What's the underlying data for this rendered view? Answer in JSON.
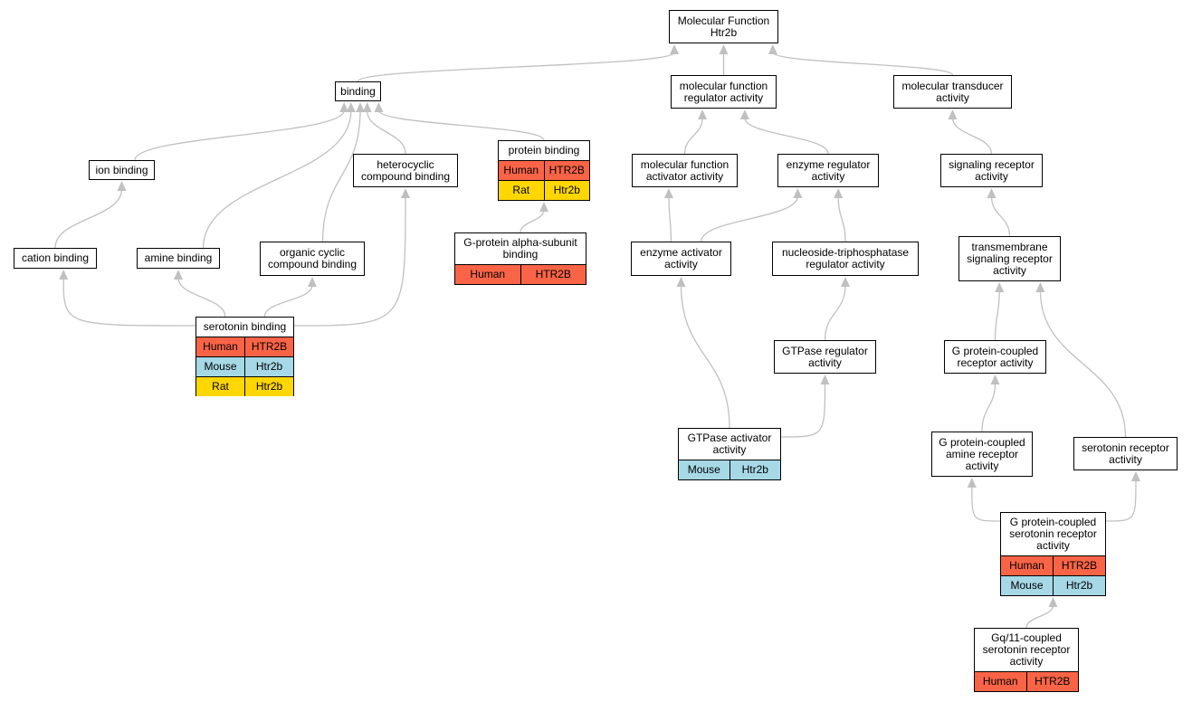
{
  "graph": {
    "colors": {
      "human": "#fa6446",
      "mouse": "#a6d8e6",
      "rat": "#ffd700",
      "edge": "#c0c0c0"
    },
    "nodes": {
      "root": {
        "label": "Molecular Function\nHtr2b"
      },
      "binding": {
        "label": "binding"
      },
      "mf_regulator": {
        "label": "molecular function\nregulator activity"
      },
      "mol_transducer": {
        "label": "molecular transducer\nactivity"
      },
      "ion_binding": {
        "label": "ion binding"
      },
      "heterocyclic": {
        "label": "heterocyclic\ncompound binding"
      },
      "protein_binding": {
        "label": "protein binding",
        "orthologs": [
          {
            "species": "Human",
            "gene": "HTR2B"
          },
          {
            "species": "Rat",
            "gene": "Htr2b"
          }
        ]
      },
      "mf_activator": {
        "label": "molecular function\nactivator activity"
      },
      "enzyme_regulator": {
        "label": "enzyme regulator\nactivity"
      },
      "signaling_receptor": {
        "label": "signaling receptor\nactivity"
      },
      "cation_binding": {
        "label": "cation binding"
      },
      "amine_binding": {
        "label": "amine binding"
      },
      "organic_cyclic": {
        "label": "organic cyclic\ncompound binding"
      },
      "g_alpha_binding": {
        "label": "G-protein alpha-subunit\nbinding",
        "orthologs": [
          {
            "species": "Human",
            "gene": "HTR2B"
          }
        ]
      },
      "enzyme_activator": {
        "label": "enzyme activator\nactivity"
      },
      "ntpase_regulator": {
        "label": "nucleoside-triphosphatase\nregulator activity"
      },
      "transmembrane": {
        "label": "transmembrane\nsignaling receptor\nactivity"
      },
      "serotonin_binding": {
        "label": "serotonin binding",
        "orthologs": [
          {
            "species": "Human",
            "gene": "HTR2B"
          },
          {
            "species": "Mouse",
            "gene": "Htr2b"
          },
          {
            "species": "Rat",
            "gene": "Htr2b"
          }
        ]
      },
      "gtpase_regulator": {
        "label": "GTPase regulator\nactivity"
      },
      "gpcr": {
        "label": "G protein-coupled\nreceptor activity"
      },
      "gtpase_activator": {
        "label": "GTPase activator\nactivity",
        "orthologs": [
          {
            "species": "Mouse",
            "gene": "Htr2b"
          }
        ]
      },
      "gpcr_amine": {
        "label": "G protein-coupled\namine receptor\nactivity"
      },
      "serotonin_receptor": {
        "label": "serotonin receptor\nactivity"
      },
      "gpcr_serotonin": {
        "label": "G protein-coupled\nserotonin receptor\nactivity",
        "orthologs": [
          {
            "species": "Human",
            "gene": "HTR2B"
          },
          {
            "species": "Mouse",
            "gene": "Htr2b"
          }
        ]
      },
      "gq11": {
        "label": "Gq/11-coupled\nserotonin receptor\nactivity",
        "orthologs": [
          {
            "species": "Human",
            "gene": "HTR2B"
          }
        ]
      }
    },
    "edges": [
      [
        "binding",
        "root"
      ],
      [
        "mf_regulator",
        "root"
      ],
      [
        "mol_transducer",
        "root"
      ],
      [
        "ion_binding",
        "binding"
      ],
      [
        "heterocyclic",
        "binding"
      ],
      [
        "protein_binding",
        "binding"
      ],
      [
        "amine_binding",
        "binding"
      ],
      [
        "organic_cyclic",
        "binding"
      ],
      [
        "cation_binding",
        "ion_binding"
      ],
      [
        "g_alpha_binding",
        "protein_binding"
      ],
      [
        "serotonin_binding",
        "cation_binding"
      ],
      [
        "serotonin_binding",
        "amine_binding"
      ],
      [
        "serotonin_binding",
        "organic_cyclic"
      ],
      [
        "serotonin_binding",
        "heterocyclic"
      ],
      [
        "mf_activator",
        "mf_regulator"
      ],
      [
        "enzyme_regulator",
        "mf_regulator"
      ],
      [
        "enzyme_activator",
        "mf_activator"
      ],
      [
        "enzyme_activator",
        "enzyme_regulator"
      ],
      [
        "ntpase_regulator",
        "enzyme_regulator"
      ],
      [
        "gtpase_regulator",
        "ntpase_regulator"
      ],
      [
        "gtpase_activator",
        "enzyme_activator"
      ],
      [
        "gtpase_activator",
        "gtpase_regulator"
      ],
      [
        "signaling_receptor",
        "mol_transducer"
      ],
      [
        "transmembrane",
        "signaling_receptor"
      ],
      [
        "gpcr",
        "transmembrane"
      ],
      [
        "serotonin_receptor",
        "transmembrane"
      ],
      [
        "gpcr_amine",
        "gpcr"
      ],
      [
        "gpcr_serotonin",
        "gpcr_amine"
      ],
      [
        "gpcr_serotonin",
        "serotonin_receptor"
      ],
      [
        "gq11",
        "gpcr_serotonin"
      ]
    ]
  }
}
